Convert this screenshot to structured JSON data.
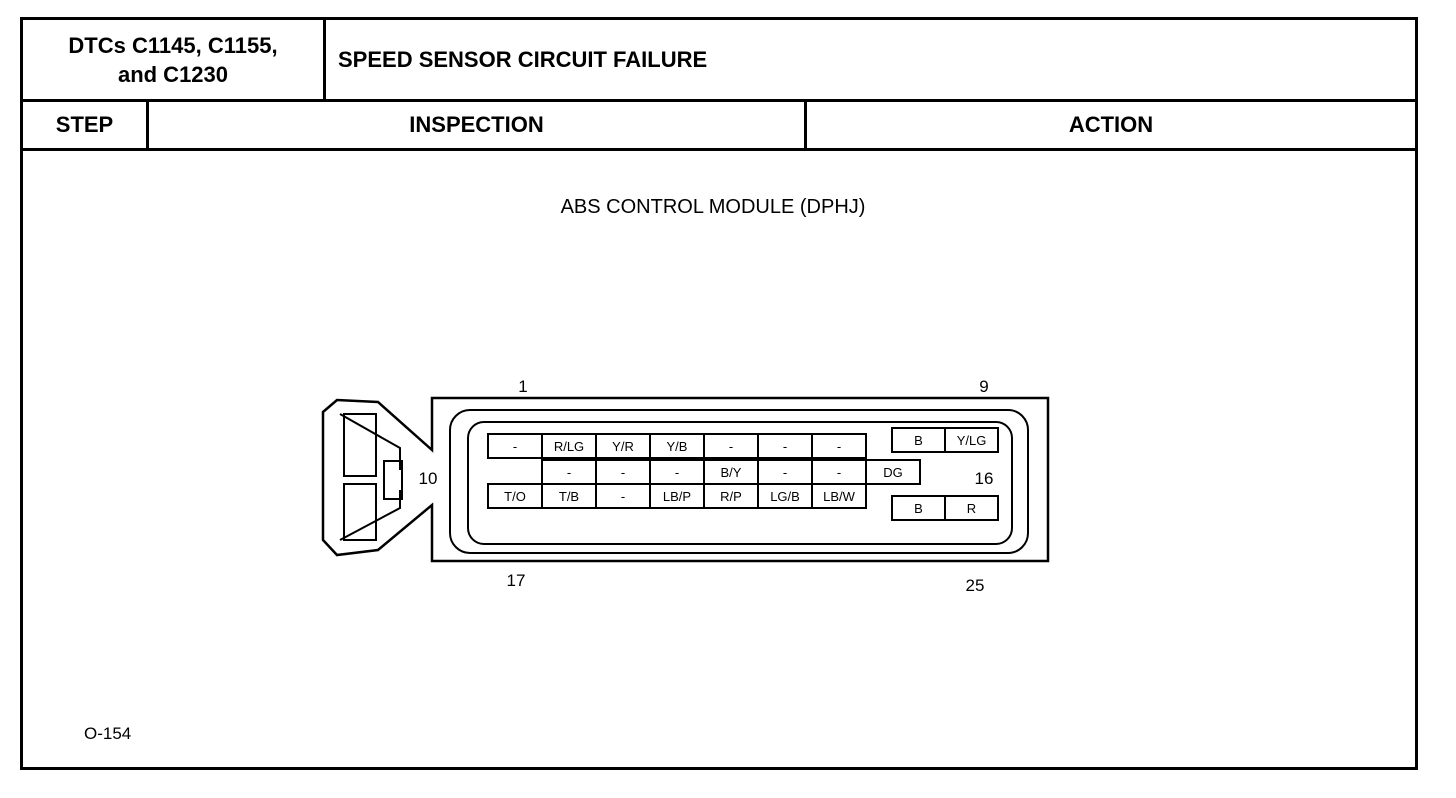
{
  "header": {
    "dtc_line1": "DTCs C1145, C1155,",
    "dtc_line2": "and C1230",
    "title": "SPEED SENSOR CIRCUIT FAILURE"
  },
  "columns": {
    "step": "STEP",
    "inspection": "INSPECTION",
    "action": "ACTION"
  },
  "diagram": {
    "title": "ABS CONTROL MODULE (DPHJ)",
    "pin_labels": {
      "p1": "1",
      "p9": "9",
      "p10": "10",
      "p16": "16",
      "p17": "17",
      "p25": "25"
    },
    "row1": [
      "-",
      "R/LG",
      "Y/R",
      "Y/B",
      "-",
      "-",
      "-"
    ],
    "row1_right": [
      "B",
      "Y/LG"
    ],
    "row2": [
      "-",
      "-",
      "-",
      "B/Y",
      "-",
      "-",
      "DG"
    ],
    "row3": [
      "T/O",
      "T/B",
      "-",
      "LB/P",
      "R/P",
      "LG/B",
      "LB/W"
    ],
    "row3_right": [
      "B",
      "R"
    ]
  },
  "figure_id": "O-154"
}
